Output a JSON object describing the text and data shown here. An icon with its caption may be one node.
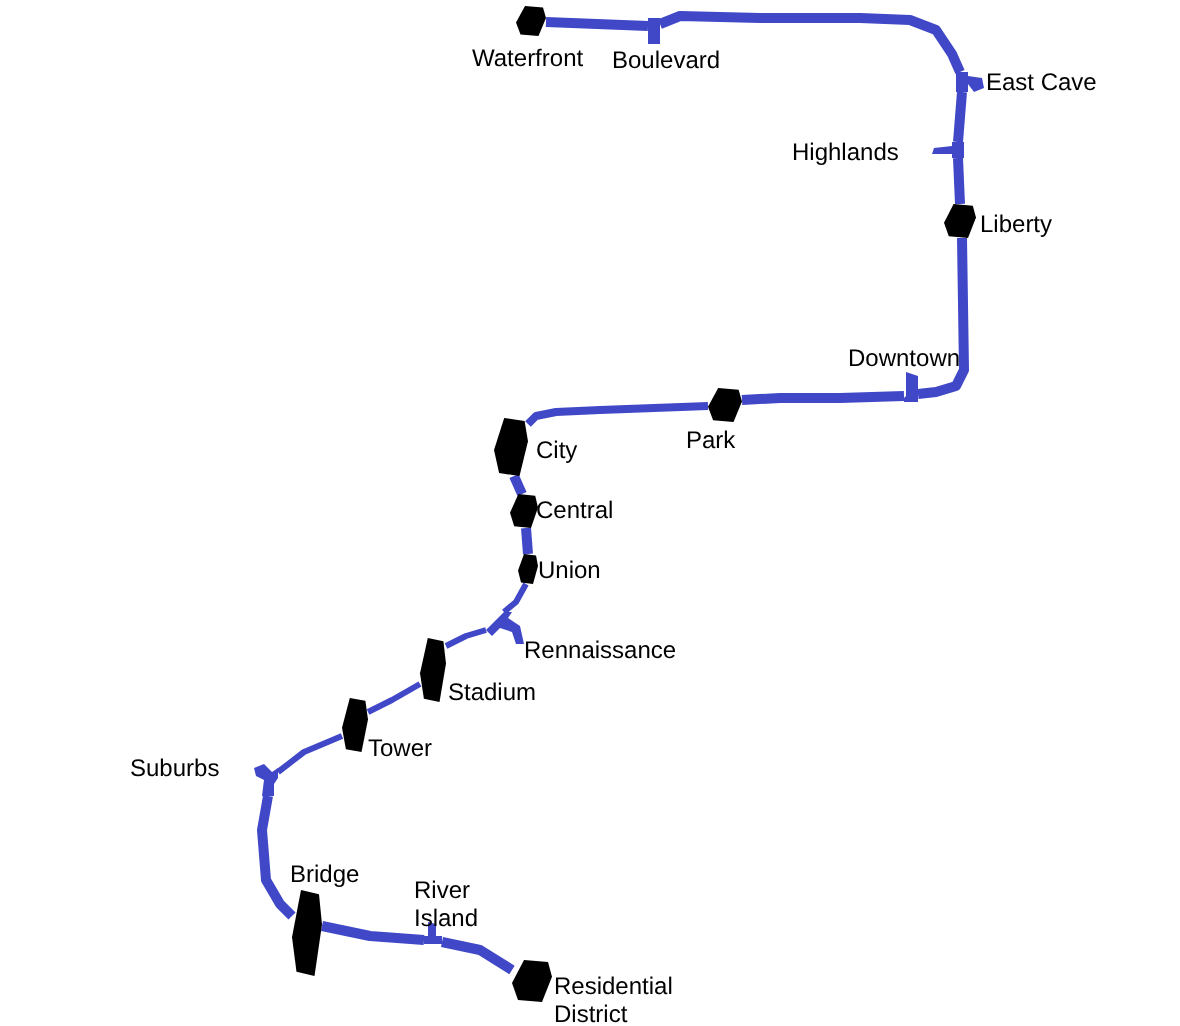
{
  "diagram": {
    "nodes": [
      {
        "text": [
          "Waterfront"
        ]
      },
      {
        "text": [
          "Boulevard"
        ]
      },
      {
        "text": [
          "East Cave"
        ]
      },
      {
        "text": [
          "Highlands"
        ]
      },
      {
        "text": [
          "Liberty"
        ]
      },
      {
        "text": [
          "Downtown"
        ]
      },
      {
        "text": [
          "Park"
        ]
      },
      {
        "text": [
          "City"
        ]
      },
      {
        "text": [
          "Central"
        ]
      },
      {
        "text": [
          "Union"
        ]
      },
      {
        "text": [
          "Rennaissance"
        ]
      },
      {
        "text": [
          "Stadium"
        ]
      },
      {
        "text": [
          "Tower"
        ]
      },
      {
        "text": [
          "Suburbs"
        ]
      },
      {
        "text": [
          "Bridge"
        ]
      },
      {
        "text": [
          "River Island"
        ]
      },
      {
        "text": [
          "Residential District"
        ]
      }
    ],
    "edges": [
      {
        "from": 0,
        "to": 1,
        "arrow": "none"
      },
      {
        "from": 1,
        "to": 2,
        "arrow": "none"
      },
      {
        "from": 2,
        "to": 3,
        "arrow": "none"
      },
      {
        "from": 3,
        "to": 4,
        "arrow": "none"
      },
      {
        "from": 4,
        "to": 5,
        "arrow": "none"
      },
      {
        "from": 5,
        "to": 6,
        "arrow": "none"
      },
      {
        "from": 6,
        "to": 7,
        "arrow": "none"
      },
      {
        "from": 7,
        "to": 8,
        "arrow": "none"
      },
      {
        "from": 8,
        "to": 9,
        "arrow": "none"
      },
      {
        "from": 9,
        "to": 10,
        "arrow": "none"
      },
      {
        "from": 10,
        "to": 11,
        "arrow": "none"
      },
      {
        "from": 11,
        "to": 12,
        "arrow": "none"
      },
      {
        "from": 12,
        "to": 13,
        "arrow": "none"
      },
      {
        "from": 13,
        "to": 14,
        "arrow": "none"
      },
      {
        "from": 14,
        "to": 15,
        "arrow": "none"
      },
      {
        "from": 15,
        "to": 16,
        "arrow": "none"
      }
    ]
  }
}
